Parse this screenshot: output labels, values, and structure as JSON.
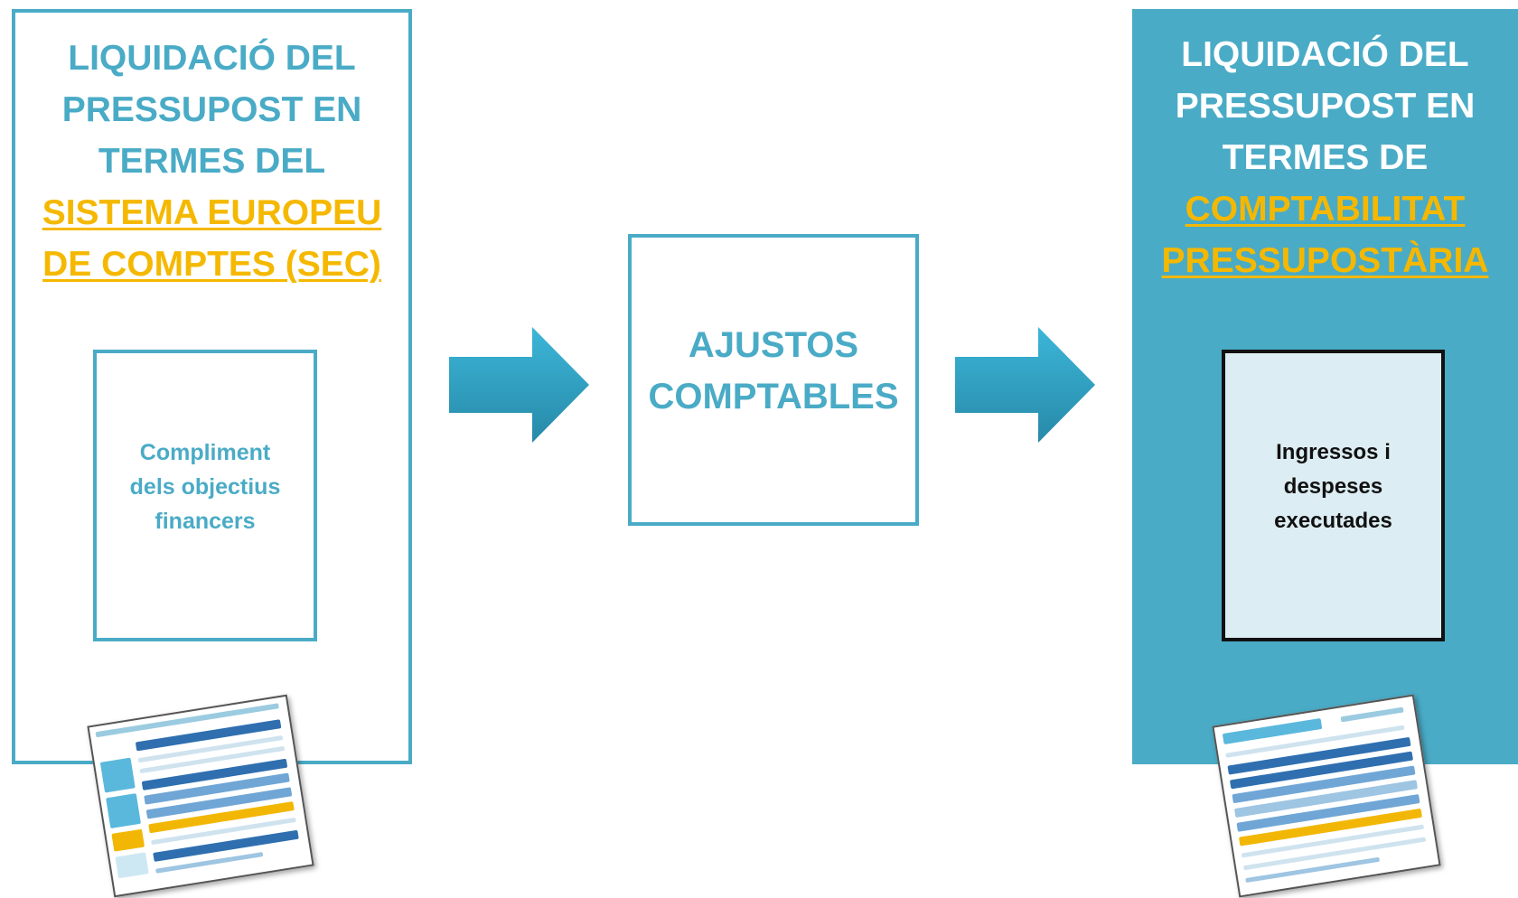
{
  "left_panel": {
    "title_lines": [
      "LIQUIDACIÓ DEL",
      "PRESSUPOST EN",
      "TERMES DEL"
    ],
    "title_highlight_lines": [
      "SISTEMA EUROPEU",
      "DE COMPTES (SEC)"
    ],
    "inner_lines": [
      "Compliment",
      "dels objectius",
      "financers"
    ]
  },
  "middle_box": {
    "lines": [
      "AJUSTOS",
      "COMPTABLES"
    ]
  },
  "right_panel": {
    "title_lines": [
      "LIQUIDACIÓ DEL",
      "PRESSUPOST EN",
      "TERMES DE"
    ],
    "title_highlight_lines": [
      "COMPTABILITAT",
      "PRESSUPOSTÀRIA"
    ],
    "inner_lines": [
      "Ingressos i",
      "despeses",
      "executades"
    ]
  },
  "colors": {
    "teal": "#4aabc6",
    "highlight": "#f5b800",
    "arrow_light": "#38b3d6",
    "arrow_dark": "#2a8fae",
    "inner_fill": "#dcedf3"
  }
}
